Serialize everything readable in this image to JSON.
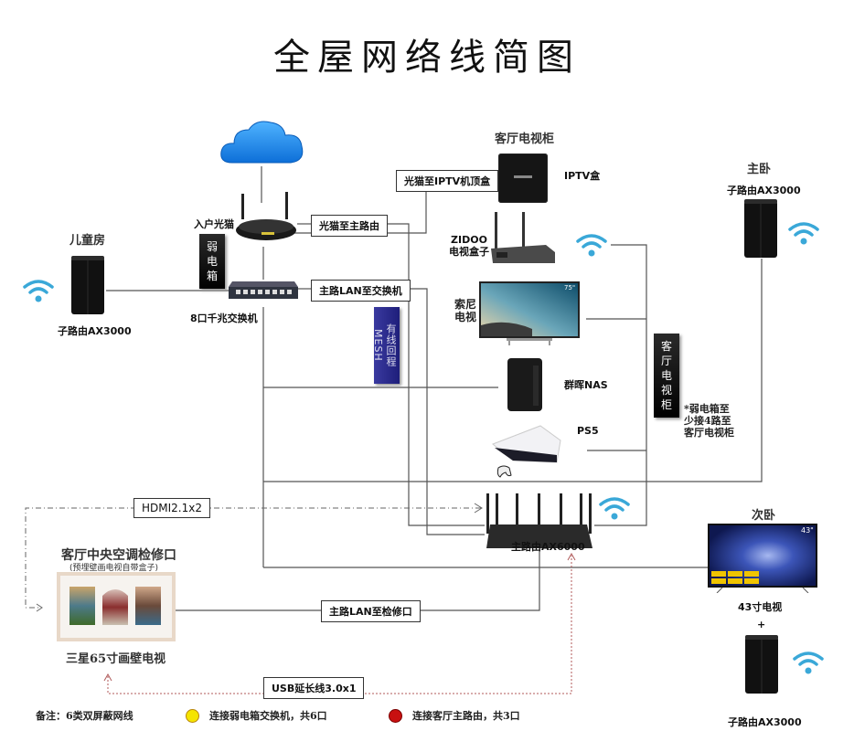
{
  "title": "全屋网络线简图",
  "rooms": {
    "kids_room": "儿童房",
    "master_bedroom": "主卧",
    "living_tv_cabinet": "客厅电视柜",
    "second_bedroom": "次卧",
    "living_ac_panel": "客厅中央空调检修口",
    "living_ac_panel_note": "(预埋壁画电视自带盒子)"
  },
  "devices": {
    "modem": "入户光猫",
    "switch": "8口千兆交换机",
    "kids_router": "子路由AX3000",
    "master_router": "子路由AX3000",
    "second_router": "子路由AX3000",
    "iptv_box": "IPTV盒",
    "zidoo_line1": "ZIDOO",
    "zidoo_line2": "电视盒子",
    "sony_tv_line1": "索尼",
    "sony_tv_line2": "电视",
    "sony_tv_badge": "75\"",
    "nas": "群晖NAS",
    "ps5": "PS5",
    "main_router": "主路由AX6000",
    "tv43": "43寸电视",
    "tv43_badge": "43\"",
    "plus": "+",
    "frame_tv": "三星65寸画壁电视"
  },
  "connection_labels": {
    "modem_to_iptv": "光猫至IPTV机顶盒",
    "modem_to_main_router": "光猫至主路由",
    "main_lan_to_switch": "主路LAN至交换机",
    "hdmi": "HDMI2.1x2",
    "main_lan_to_panel": "主路LAN至检修口",
    "usb": "USB延长线3.0x1"
  },
  "vertical_labels": {
    "weak_box": "弱电箱",
    "wired_mesh": "有线回程MESH",
    "living_cabinet": "客厅电视柜"
  },
  "notes": {
    "cabinet_note_line1": "*弱电箱至",
    "cabinet_note_line2": "少接4路至",
    "cabinet_note_line3": "客厅电视柜"
  },
  "legend": {
    "cable_note": "备注：6类双屏蔽网线",
    "items": [
      {
        "label": "连接弱电箱交换机，共6口",
        "color": "#f5e400"
      },
      {
        "label": "连接客厅主路由，共3口",
        "color": "#c81010"
      }
    ]
  },
  "colors": {
    "line": "#555555",
    "wifi": "#3aa8d8",
    "cloud": "#1e88e5",
    "usb_line": "#b05a5a",
    "mesh_label": "#2a2a90"
  }
}
